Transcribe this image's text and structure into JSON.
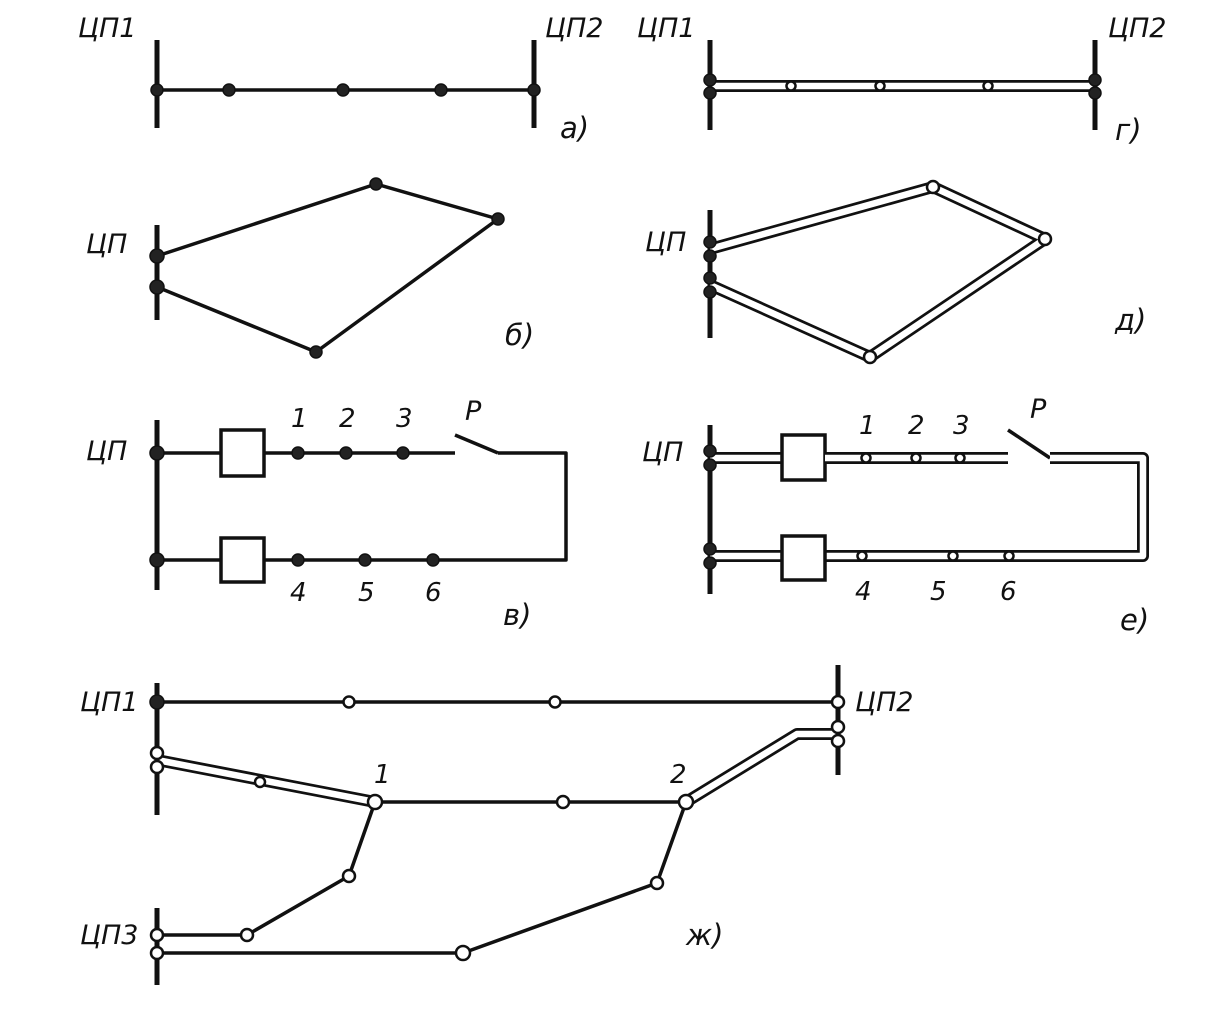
{
  "labels": {
    "cp1": "ЦП1",
    "cp2": "ЦП2",
    "cp3": "ЦП3",
    "cp": "ЦП",
    "switch_p": "Р",
    "n1": "1",
    "n2": "2",
    "n3": "3",
    "n4": "4",
    "n5": "5",
    "n6": "6"
  },
  "captions": {
    "a": "а)",
    "b": "б)",
    "v": "в)",
    "g": "г)",
    "d": "д)",
    "e": "е)",
    "zh": "ж)"
  }
}
